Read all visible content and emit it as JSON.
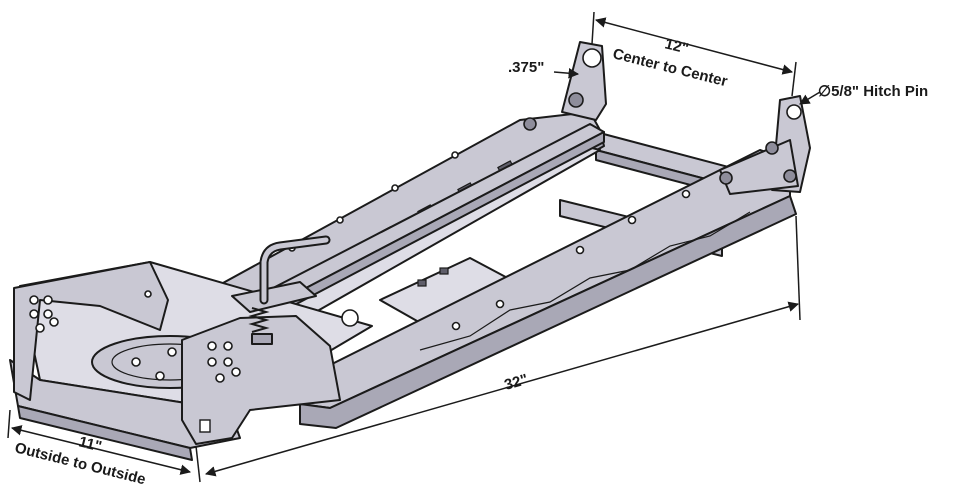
{
  "dimensions": {
    "pin_offset": ".375\"",
    "center_spacing_value": "12\"",
    "center_spacing_label": "Center to Center",
    "hitch_pin": "∅5/8\" Hitch Pin",
    "length": "32\"",
    "width_value": "11\"",
    "width_label": "Outside to Outside"
  }
}
